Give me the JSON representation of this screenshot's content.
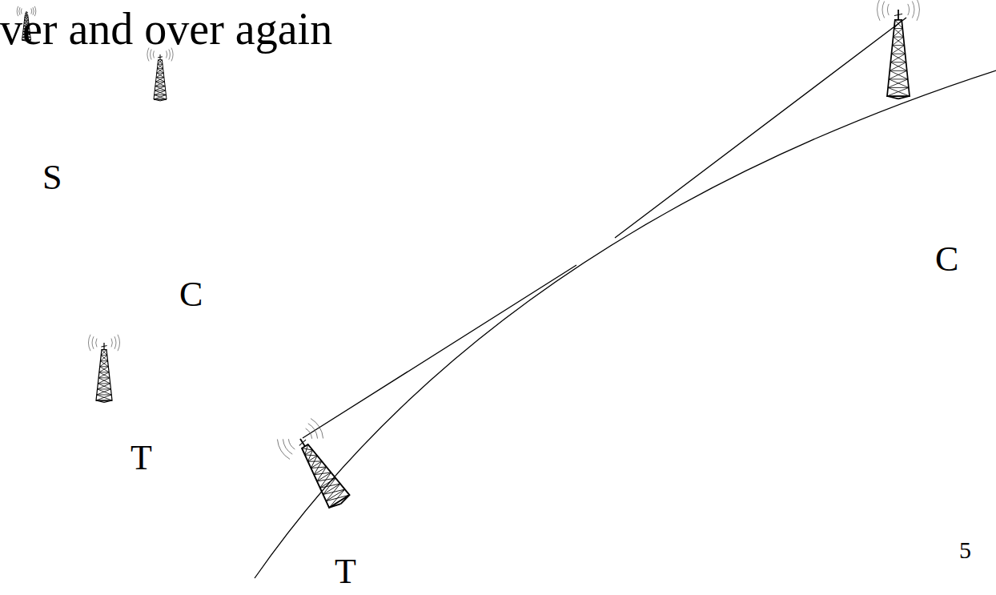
{
  "diagram": {
    "title": "ver and over again",
    "labels": [
      "S",
      "C",
      "T",
      "C",
      "T",
      "5"
    ]
  }
}
